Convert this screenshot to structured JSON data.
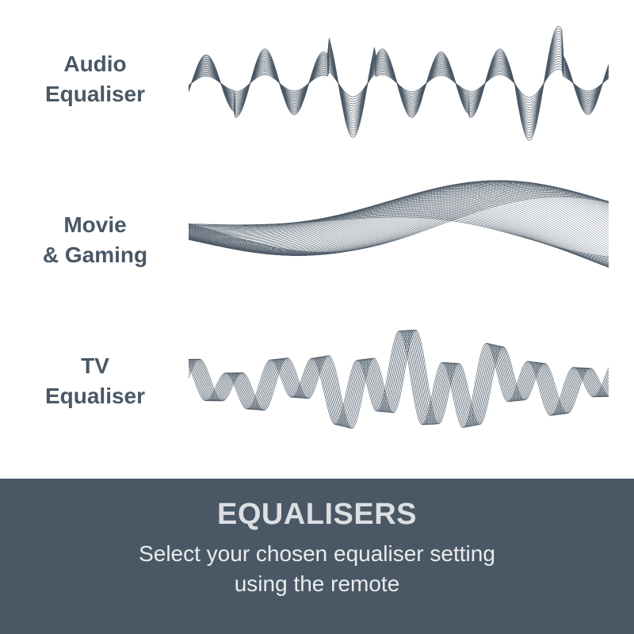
{
  "colors": {
    "ink": "#4a5865",
    "banner_bg": "#4a5865",
    "banner_text": "#e9ecee",
    "background": "#ffffff"
  },
  "rows": [
    {
      "label_lines": [
        "Audio",
        "Equaliser"
      ],
      "icon": "audio-waveform-icon"
    },
    {
      "label_lines": [
        "Movie",
        "& Gaming"
      ],
      "icon": "movie-waveform-icon"
    },
    {
      "label_lines": [
        "TV",
        "Equaliser"
      ],
      "icon": "tv-waveform-icon"
    }
  ],
  "banner": {
    "title": "EQUALISERS",
    "subtitle_lines": [
      "Select your chosen equaliser setting",
      "using the remote"
    ]
  }
}
